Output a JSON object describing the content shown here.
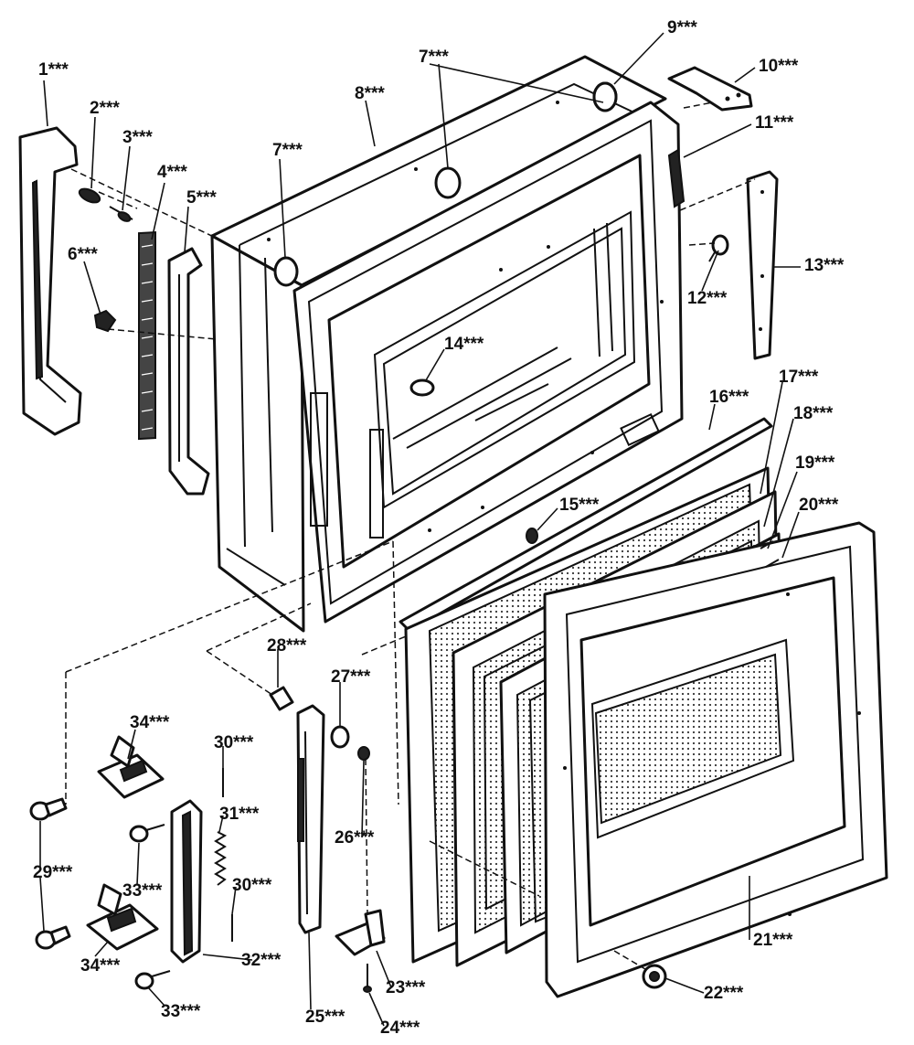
{
  "diagram": {
    "labels": {
      "l1": "1***",
      "l2": "2***",
      "l3": "3***",
      "l4": "4***",
      "l5": "5***",
      "l6": "6***",
      "l7a": "7***",
      "l7b": "7***",
      "l8": "8***",
      "l9": "9***",
      "l10": "10***",
      "l11": "11***",
      "l12": "12***",
      "l13": "13***",
      "l14": "14***",
      "l15": "15***",
      "l16": "16***",
      "l17": "17***",
      "l18": "18***",
      "l19": "19***",
      "l20": "20***",
      "l21": "21***",
      "l22": "22***",
      "l23": "23***",
      "l24": "24***",
      "l25": "25***",
      "l26": "26***",
      "l27": "27***",
      "l28": "28***",
      "l29": "29***",
      "l30a": "30***",
      "l30b": "30***",
      "l31": "31***",
      "l32": "32***",
      "l33a": "33***",
      "l33b": "33***",
      "l34a": "34***",
      "l34b": "34***"
    }
  }
}
